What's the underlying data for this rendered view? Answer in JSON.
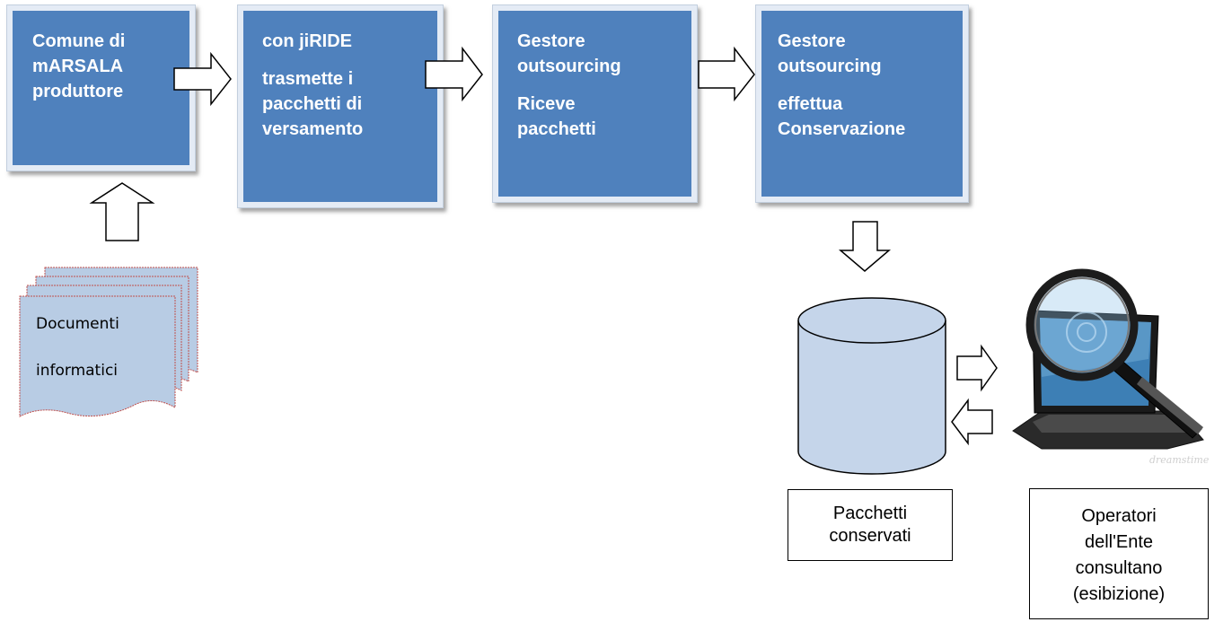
{
  "colors": {
    "box_fill": "#4f81bd",
    "box_text": "#ffffff",
    "doc_fill": "#b8cce4",
    "cylinder_fill": "#c5d5ea"
  },
  "steps": [
    {
      "lines": [
        "Comune di",
        "mARSALA",
        "produttore"
      ],
      "sub": []
    },
    {
      "lines": [
        "con  jiRIDE"
      ],
      "sub": [
        "trasmette  i",
        "pacchetti di",
        "versamento"
      ]
    },
    {
      "lines": [
        "Gestore",
        "outsourcing"
      ],
      "sub": [
        "Riceve",
        "pacchetti"
      ]
    },
    {
      "lines": [
        "Gestore",
        "outsourcing"
      ],
      "sub": [
        "effettua",
        "Conservazione"
      ]
    }
  ],
  "documents": {
    "line1": "Documenti",
    "line2": "informatici"
  },
  "storage_label": [
    "Pacchetti",
    "conservati"
  ],
  "operators_label": [
    "Operatori",
    "dell'Ente",
    "consultano",
    "(esibizione)"
  ],
  "icons": [
    "arrow-right-icon",
    "arrow-up-icon",
    "arrow-down-icon",
    "arrow-left-icon",
    "database-cylinder-icon",
    "laptop-magnifier-icon",
    "document-stack-icon"
  ],
  "watermark": "dreamstime"
}
